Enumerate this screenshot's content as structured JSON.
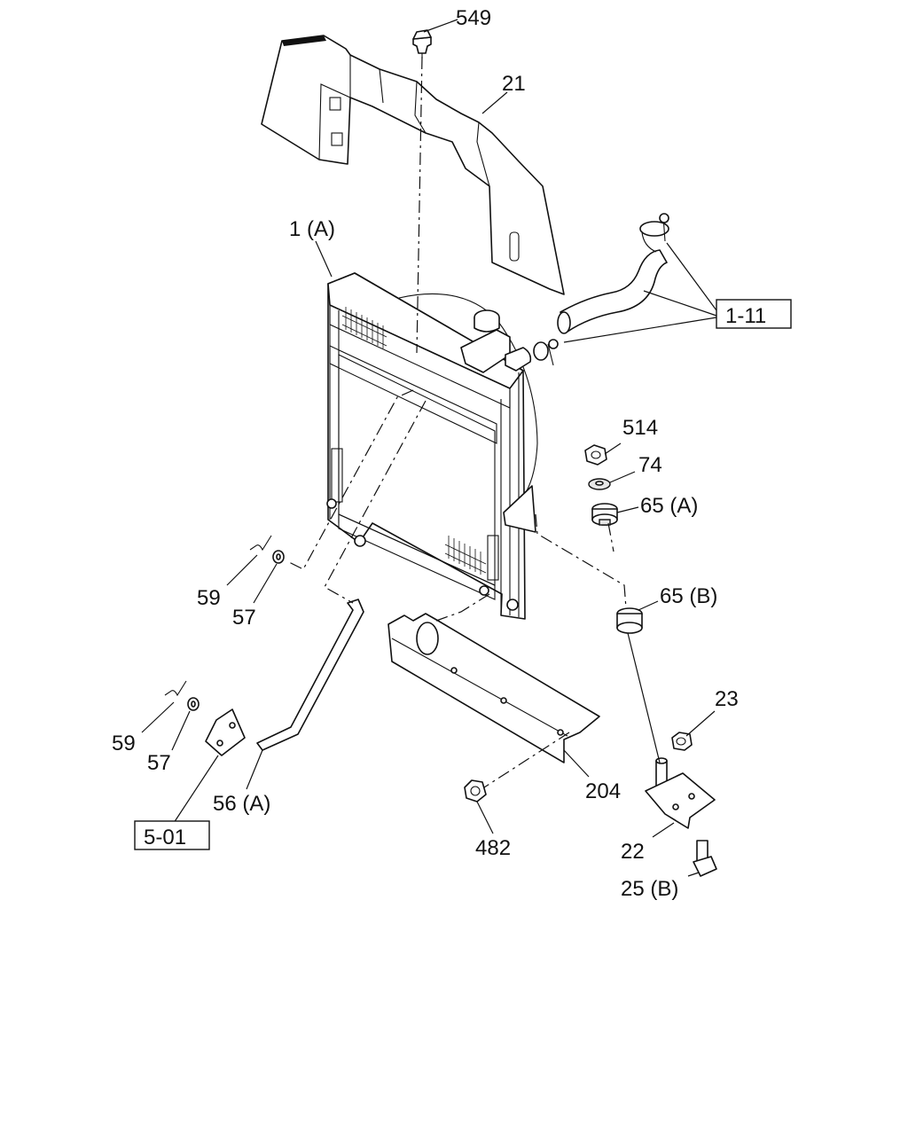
{
  "callouts": {
    "c549": "549",
    "c21": "21",
    "c1a": "1 (A)",
    "c514": "514",
    "c74": "74",
    "c65a": "65 (A)",
    "c65b": "65 (B)",
    "c59_top": "59",
    "c57_top": "57",
    "c59_bot": "59",
    "c57_bot": "57",
    "c56a": "56 (A)",
    "c204": "204",
    "c482": "482",
    "c23": "23",
    "c22": "22",
    "c25b": "25 (B)"
  },
  "references": {
    "r111": "1-11",
    "r501": "5-01"
  }
}
